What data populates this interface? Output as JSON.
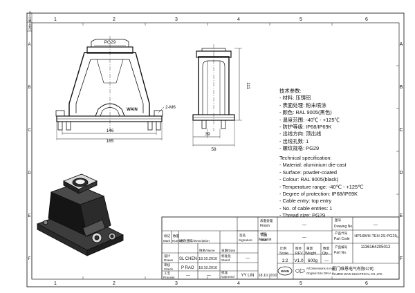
{
  "frame": {
    "columns": [
      "1",
      "2",
      "3",
      "4",
      "5",
      "6"
    ],
    "rows": [
      "A",
      "B",
      "C",
      "D",
      "E",
      "F"
    ],
    "left_strip": [
      "日期/Date",
      "签名/Sign"
    ]
  },
  "front_view": {
    "thread_label": "PG29",
    "brand": "WAIN",
    "callout": "2-M6",
    "dim_inner": "146",
    "dim_outer": "165"
  },
  "side_view": {
    "dim_height": "111",
    "dim_inner": "39",
    "dim_outer": "58"
  },
  "spec_cn": {
    "heading": "技术参数:",
    "lines": [
      "- 材料: 压铸铝",
      "- 表面处理: 粉末喷涂",
      "- 颜色: RAL 9005(黑色)",
      "- 温度范围: -40℃ - +125℃",
      "- 防护等级: IP68/IP69K",
      "- 出线方向: 顶出线",
      "- 出线孔数: 1",
      "- 螺纹规格: PG29"
    ]
  },
  "spec_en": {
    "heading": "Technical specification:",
    "lines": [
      "- Material: aluminium die-cast",
      "- Surface: powder-coated",
      "- Colour: RAL 9005(black)",
      "- Temperature range: -40℃ - +125℃",
      "- Degree of protection: IP68/IP69K",
      "- Cable entry: top entry",
      "- No. of cable entries: 1",
      "- Thread size: PG29"
    ]
  },
  "title_block": {
    "finish_cn": "表面处理",
    "finish_en": "Finish",
    "finish_value": "—",
    "drawing_no_cn": "图号",
    "drawing_no_en": "Drawing No.",
    "drawing_no_value": "—",
    "part_code_cn": "产品代号",
    "part_code_en": "Part Code",
    "part_code_value": "HP16B/H-TEH-2S-PG29",
    "part_no_cn": "产品编号",
    "part_no_en": "Part No.",
    "part_no_value": "1136164205012",
    "material_cn": "材料",
    "material_en": "Material",
    "material_value": "—",
    "sign_cn": "签名",
    "sign_en": "Signature",
    "date_cn": "日期",
    "date_en": "Date",
    "mark_cn": "标记",
    "mark_en": "Mark",
    "qty_cn": "数量",
    "qty_en": "Number",
    "change_cn": "更改通知/Description",
    "name_cn": "姓名/Name",
    "date2_cn": "日期/Date",
    "drawn_cn": "设计",
    "drawn_en": "Drawn",
    "drawn_name": "SL CHEN",
    "drawn_date": "18.10.2010",
    "check_cn": "审核",
    "check_en": "Check",
    "check_name": "P RAO",
    "check_date": "18.10.2010",
    "process_cn": "工艺",
    "process_en": "Process",
    "process_name": "—",
    "process_date": "—",
    "std_cn": "标准化",
    "std_en": "Stand",
    "std_value": "—",
    "approved_cn": "批准",
    "approved_en": "Approved",
    "approved_name": "YY LIN",
    "approved_date": "18.10.2010",
    "scale_cn": "比例",
    "scale_en": "Scale",
    "scale_value": "1:2",
    "rev_cn": "版本",
    "rev_en": "REV",
    "rev_value": "V1.0",
    "weight_cn": "重量",
    "weight_en": "Weight",
    "weight_value": "600g",
    "qty2_cn": "数量",
    "qty2_en": "Qty.",
    "qty2_value": "—",
    "logo_text": "WAIN",
    "dims_note_1": "All Dimensions in mm",
    "dims_note_2": "Original Size DIN A 4",
    "company_cn": "厦门唯恩电气有限公司",
    "company_en": "XIAMEN WAIN ELECTRICAL CO.,LTD."
  }
}
